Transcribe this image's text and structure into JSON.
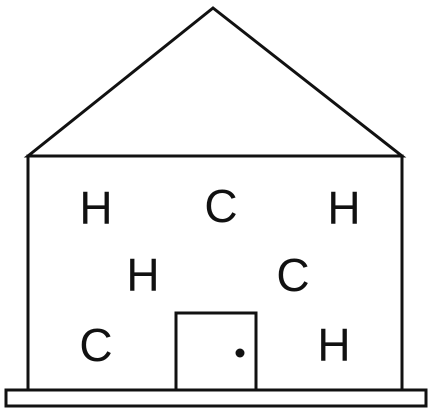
{
  "letters": [
    {
      "id": "h1",
      "text": "H"
    },
    {
      "id": "c1",
      "text": "C"
    },
    {
      "id": "h2",
      "text": "H"
    },
    {
      "id": "h3",
      "text": "H"
    },
    {
      "id": "c2",
      "text": "C"
    },
    {
      "id": "c3",
      "text": "C"
    },
    {
      "id": "h4",
      "text": "H"
    }
  ],
  "colors": {
    "stroke": "#111111",
    "background": "#ffffff",
    "door_fill": "#ffffff"
  }
}
